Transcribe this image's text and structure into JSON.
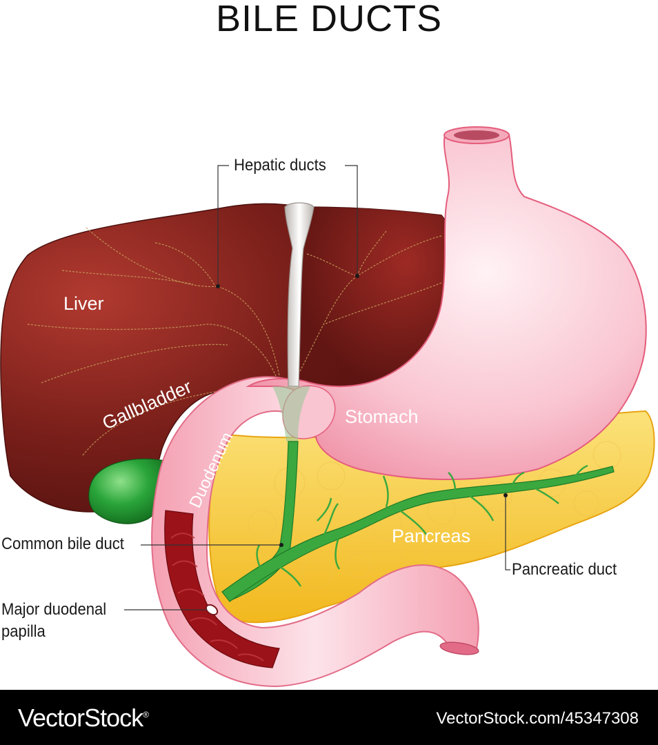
{
  "title": "BILE DUCTS",
  "labels": {
    "hepatic_ducts": "Hepatic ducts",
    "liver": "Liver",
    "gallbladder": "Gallbladder",
    "duodenum": "Duodenum",
    "stomach": "Stomach",
    "pancreas": "Pancreas",
    "common_bile_duct": "Common bile duct",
    "major_duodenal_papilla_line1": "Major duodenal",
    "major_duodenal_papilla_line2": "papilla",
    "pancreatic_duct": "Pancreatic duct"
  },
  "footer": {
    "logo": "VectorStock",
    "registered_mark": "®",
    "image_id": "VectorStock.com/45347308"
  },
  "colors": {
    "liver": "#6e1a16",
    "gallbladder": "#2aa53a",
    "stomach": "#f7b7c5",
    "pancreas": "#f7cf3a",
    "bile_duct": "#3aa83f",
    "hepatic_duct": "#e9e4e0"
  }
}
